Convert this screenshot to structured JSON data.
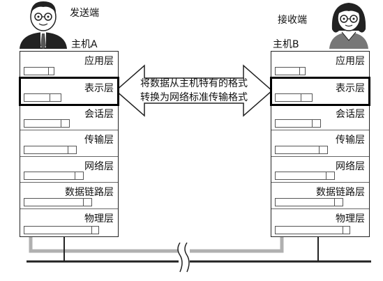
{
  "sender": {
    "role": "发送端",
    "host": "主机A"
  },
  "receiver": {
    "role": "接收端",
    "host": "主机B"
  },
  "layers": [
    "应用层",
    "表示层",
    "会话层",
    "传输层",
    "网络层",
    "数据链路层",
    "物理层"
  ],
  "highlighted_layer": "表示层",
  "conversion_text": [
    "将数据从主机特有的格式",
    "转换为网络标准传输格式"
  ],
  "colors": {
    "arrow_down": "#9a9a9a",
    "stroke": "#222222",
    "cable": "#b0b0b0"
  }
}
